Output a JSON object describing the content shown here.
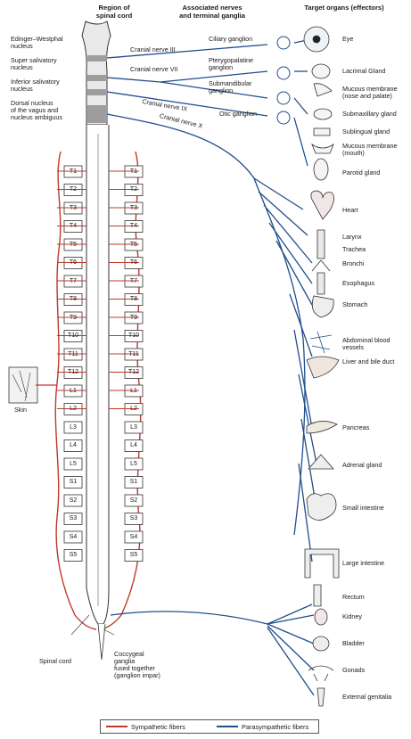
{
  "headers": {
    "region": [
      "Region of",
      "spinal cord"
    ],
    "nerves": [
      "Associated nerves",
      "and terminal ganglia"
    ],
    "targets": "Target organs (effectors)"
  },
  "nuclei": [
    [
      "Edinger–Westphal",
      "nucleus"
    ],
    [
      "Super salivatory",
      "nucleus"
    ],
    [
      "Inferior salivatory",
      "nucleus"
    ],
    [
      "Dorsal nucleus",
      "of the vagus and",
      "nucleus ambiguus"
    ]
  ],
  "cranial_nerves": [
    "Cranial nerve III",
    "Cranial nerve VII",
    "Cranial nerve IX",
    "Cranial nerve X"
  ],
  "ganglia": [
    [
      "Ciliary ganglion"
    ],
    [
      "Pterygopalatine",
      "ganglion"
    ],
    [
      "Submandibular",
      "ganglion"
    ],
    [
      "Otic ganglion"
    ]
  ],
  "organs": [
    [
      "Eye"
    ],
    [
      "Lacrimal Gland"
    ],
    [
      "Mucous membrane",
      "(nose and palate)"
    ],
    [
      "Submaxillary gland"
    ],
    [
      "Sublingual gland"
    ],
    [
      "Mucous membrane",
      "(mouth)"
    ],
    [
      "Parotid gland"
    ],
    [
      "Heart"
    ],
    [
      "Larynx"
    ],
    [
      "Trachea"
    ],
    [
      "Bronchi"
    ],
    [
      "Esophagus"
    ],
    [
      "Stomach"
    ],
    [
      "Abdominal blood",
      "vessels"
    ],
    [
      "Liver and bile duct"
    ],
    [
      "Pancreas"
    ],
    [
      "Adrenal gland"
    ],
    [
      "Small intestine"
    ],
    [
      "Large intestine"
    ],
    [
      "Rectum"
    ],
    [
      "Kidney"
    ],
    [
      "Bladder"
    ],
    [
      "Gonads"
    ],
    [
      "External genitalia"
    ]
  ],
  "segments": [
    "T1",
    "T2",
    "T3",
    "T4",
    "T5",
    "T6",
    "T7",
    "T8",
    "T9",
    "T10",
    "T11",
    "T12",
    "L1",
    "L2",
    "L3",
    "L4",
    "L5",
    "S1",
    "S2",
    "S3",
    "S4",
    "S5"
  ],
  "other_labels": {
    "skin": "Skin",
    "spinal_cord": "Spinal cord",
    "coccygeal": [
      "Coccygeal",
      "ganglia",
      "fused together",
      "(ganglion impar)"
    ]
  },
  "legend": {
    "sympathetic": "Sympathetic fibers",
    "parasympathetic": "Parasympathetic fibers"
  },
  "colors": {
    "sympathetic": "#c0392b",
    "parasympathetic": "#1f4e8c",
    "cord_gray": "#bdbdbd"
  }
}
